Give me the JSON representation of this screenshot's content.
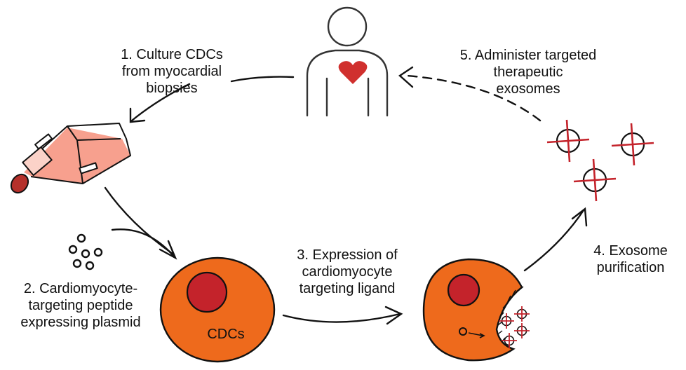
{
  "steps": {
    "step1": [
      "1. Culture CDCs",
      "from myocardial",
      "biopsies"
    ],
    "step2": [
      "2. Cardiomyocyte-",
      "targeting peptide",
      "expressing plasmid"
    ],
    "step3": [
      "3. Expression of",
      "cardiomyocyte",
      "targeting ligand"
    ],
    "step4": [
      "4. Exosome",
      "purification"
    ],
    "step5": [
      "5. Administer targeted",
      "therapeutic",
      "exosomes"
    ]
  },
  "cells": {
    "cdc_label": "CDCs"
  },
  "colors": {
    "cell_fill": "#ee6a1c",
    "nucleus": "#c4232b",
    "heart": "#d0302e",
    "flask_fill": "#f7a08e",
    "cap": "#b5302b",
    "target_cross": "#c4232b",
    "outline": "#111111"
  },
  "icons": [
    "patient-outline-icon",
    "heart-icon",
    "culture-flask-icon",
    "plasmid-icon",
    "cdc-cell-icon",
    "engineered-cell-icon",
    "targeted-exosome-icon"
  ]
}
